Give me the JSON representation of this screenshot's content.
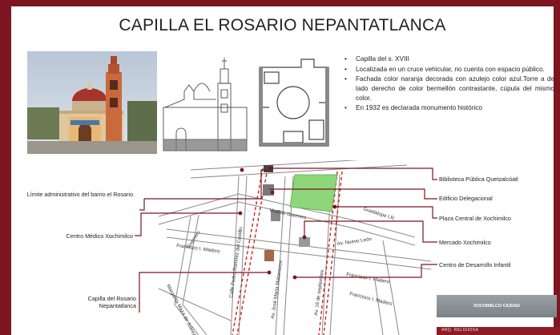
{
  "title": "CAPILLA EL ROSARIO NEPANTATLANCA",
  "bullets": [
    "Capilla del s. XVIII",
    "Localizada en un cruce vehicular, no cuenta con espacio público.",
    "Fachada color naranja decorada con azulejo color azul.Torre a de lado derecho de color bermellón contrastante, cúpula del mismo color.",
    "En 1932 es declarada monumento histórico"
  ],
  "map": {
    "streets": {
      "guadalupe": "Guadalupe I.R.",
      "vicente": "Vicente Guerrero",
      "nuevo_leon": "Av. Nuevo León",
      "guerrero": "Guerrero",
      "madero_left": "Francisco I. Madero",
      "pedro_ramirez": "Calle Pedro Ramírez del Castillo",
      "jose_matamoros": "Av. José María Matamoros",
      "sep16": "Av. 16 de septiembre",
      "madero_right1": "Francisco I. Madero",
      "madero_right2": "Francisco I. Madero",
      "margarita": "Margarita Maza de Juárez"
    }
  },
  "labels_right": {
    "biblioteca": "Biblioteca Pública Quetzalcóatl",
    "edificio": "Edificio Delegacional",
    "plaza": "Plaza Central de Xochimilco",
    "mercado": "Mercado Xochimilco",
    "centro": "Centro de Desarrollo Infantil"
  },
  "labels_left": {
    "limite": "Límite administrativo del barrio el Rosario.",
    "medico": "Centro Médico Xochimilco",
    "capilla": "Capilla del Rosario Nepantatlanca"
  },
  "footer": {
    "photo_text": "XOCHIMILCO CIUDAD",
    "bar_text": "ARQ. RELIGIOSA"
  },
  "colors": {
    "frame": "#7d1620",
    "leader": "#7a1620",
    "plaza": "#8fd67a",
    "boundary": "#cc2222"
  }
}
